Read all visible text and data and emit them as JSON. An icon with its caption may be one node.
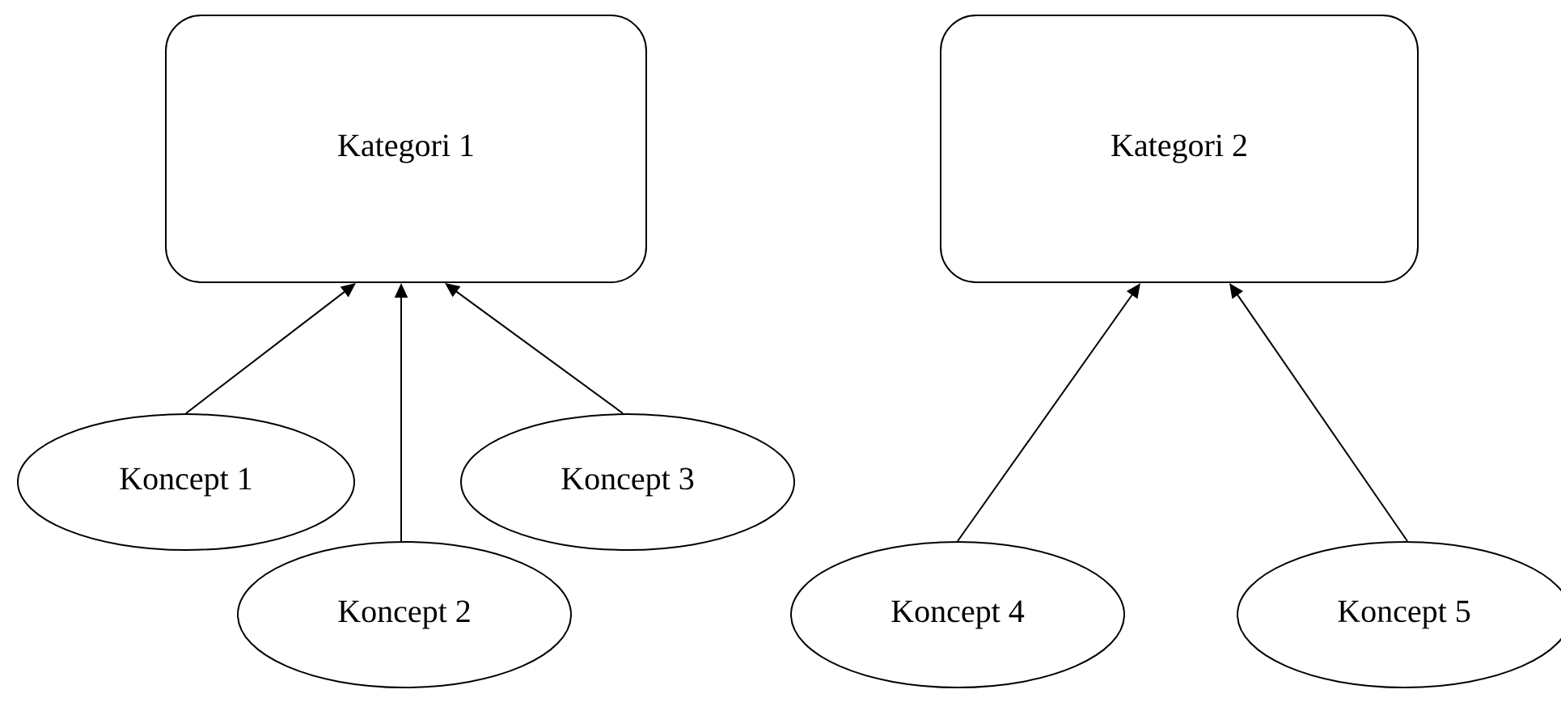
{
  "diagram": {
    "nodes": [
      {
        "text": [
          "Kategori 1"
        ]
      },
      {
        "text": [
          "Kategori 2"
        ]
      },
      {
        "text": [
          "Koncept 1"
        ]
      },
      {
        "text": [
          "Koncept 2"
        ]
      },
      {
        "text": [
          "Koncept 3"
        ]
      },
      {
        "text": [
          "Koncept 4"
        ]
      },
      {
        "text": [
          "Koncept 5"
        ]
      }
    ],
    "edges": [
      {
        "from": 2,
        "to": 0,
        "arrow": "to"
      },
      {
        "from": 3,
        "to": 0,
        "arrow": "to"
      },
      {
        "from": 4,
        "to": 0,
        "arrow": "to"
      },
      {
        "from": 5,
        "to": 1,
        "arrow": "to"
      },
      {
        "from": 6,
        "to": 1,
        "arrow": "to"
      }
    ]
  }
}
